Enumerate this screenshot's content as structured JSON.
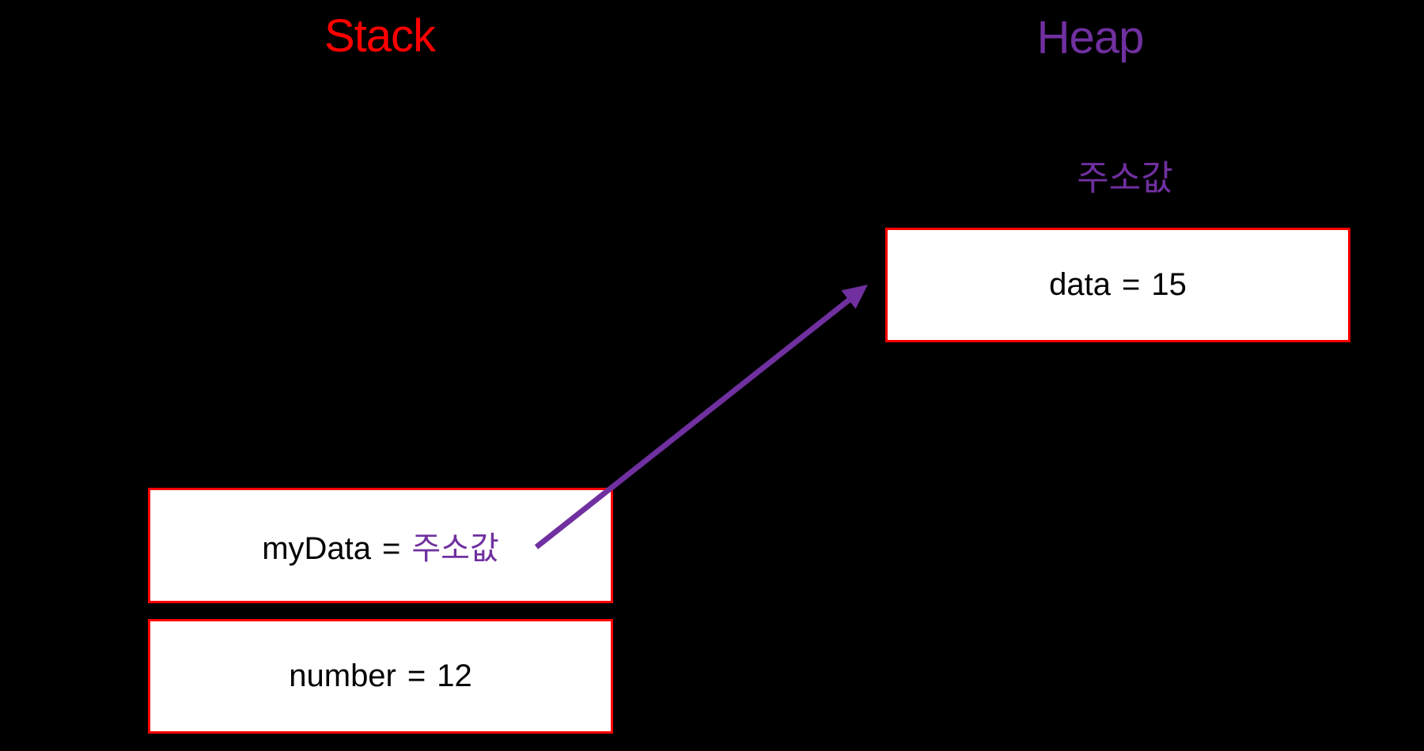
{
  "titles": {
    "stack": "Stack",
    "heap": "Heap"
  },
  "heap_section": {
    "address_label": "주소값",
    "data_box": {
      "name": "data",
      "equals": "=",
      "value": "15"
    }
  },
  "stack_section": {
    "mydata_box": {
      "name": "myData",
      "equals": "=",
      "value": "주소값"
    },
    "number_box": {
      "name": "number",
      "equals": "=",
      "value": "12"
    }
  },
  "arrow": {
    "meaning": "reference from myData on stack to object on heap",
    "color": "#7030a0"
  },
  "colors": {
    "background": "#000000",
    "box_border": "#ff0000",
    "stack_title": "#ff0000",
    "purple": "#7030a0",
    "box_fill": "#ffffff",
    "box_text": "#000000"
  }
}
